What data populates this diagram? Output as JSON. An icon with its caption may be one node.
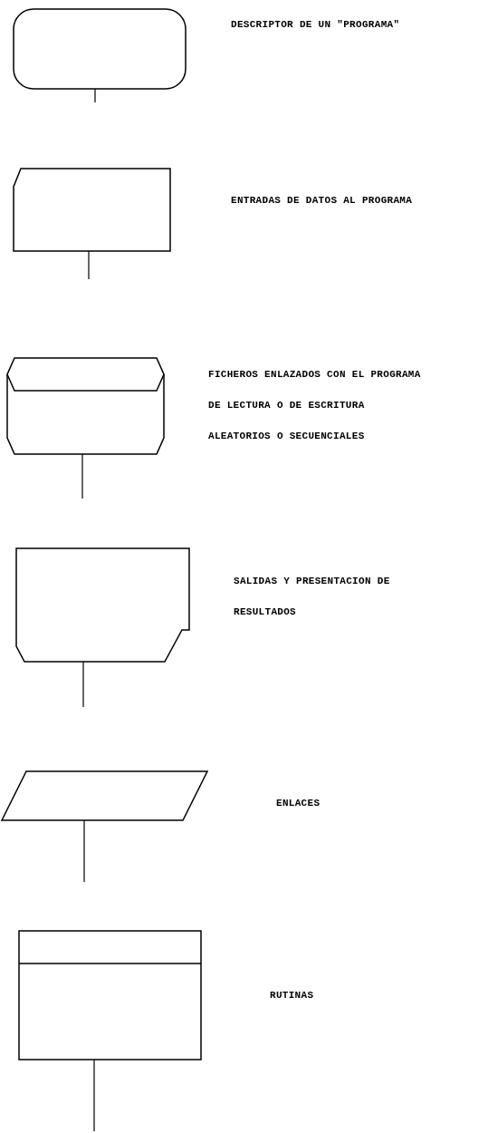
{
  "diagram": {
    "nodes": [
      {
        "text": [],
        "shape": "terminal"
      },
      {
        "text": [],
        "shape": "card"
      },
      {
        "text": [],
        "shape": "file"
      },
      {
        "text": [],
        "shape": "display"
      },
      {
        "text": [],
        "shape": "parallelogram"
      },
      {
        "text": [],
        "shape": "subroutine"
      }
    ],
    "edges": [
      {
        "from": 0,
        "to": null,
        "arrow": "none"
      },
      {
        "from": 1,
        "to": null,
        "arrow": "none"
      },
      {
        "from": 2,
        "to": null,
        "arrow": "none"
      },
      {
        "from": 3,
        "to": null,
        "arrow": "none"
      },
      {
        "from": 4,
        "to": null,
        "arrow": "none"
      },
      {
        "from": 5,
        "to": null,
        "arrow": "none"
      }
    ],
    "labels": [
      "DESCRIPTOR DE UN \"PROGRAMA\"",
      "ENTRADAS DE DATOS AL PROGRAMA",
      "FICHEROS ENLAZADOS CON EL PROGRAMA DE LECTURA O DE ESCRITURA ALEATORIOS O SECUENCIALES",
      "SALIDAS Y PRESENTACION DE RESULTADOS",
      "ENLACES",
      "RUTINAS"
    ]
  }
}
